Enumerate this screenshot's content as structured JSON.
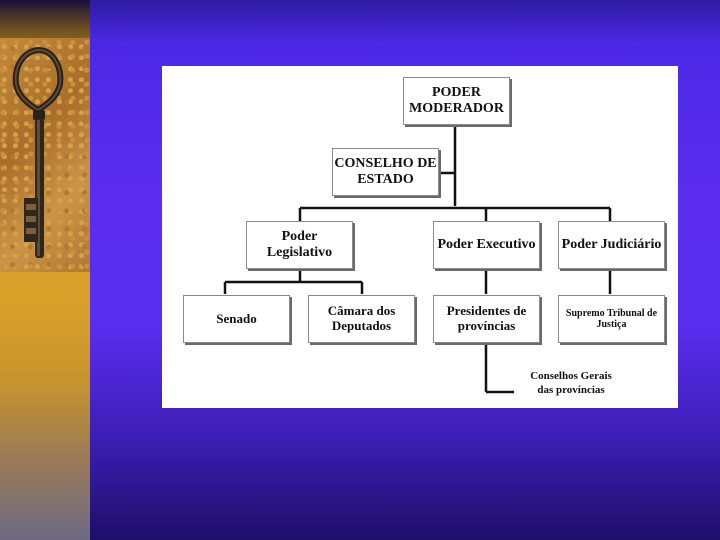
{
  "diagram": {
    "poder_moderador": "PODER\nMODERADOR",
    "conselho_de_estado": "CONSELHO DE\nESTADO",
    "poder_legislativo": "Poder\nLegislativo",
    "poder_executivo": "Poder Executivo",
    "poder_judiciario": "Poder Judiciário",
    "senado": "Senado",
    "camara_dos_deputados": "Câmara dos\nDeputados",
    "presidentes_de_provincias": "Presidentes de\nprovíncias",
    "supremo_tribunal": "Supremo Tribunal de\nJustiça",
    "conselhos_gerais": "Conselhos Gerais\ndas províncias"
  },
  "colors": {
    "background": "#5a2df0",
    "left_strip": "#e3a92c",
    "panel": "#ffffff",
    "line": "#111111"
  },
  "icons": {
    "key": "antique-iron-key-icon"
  }
}
